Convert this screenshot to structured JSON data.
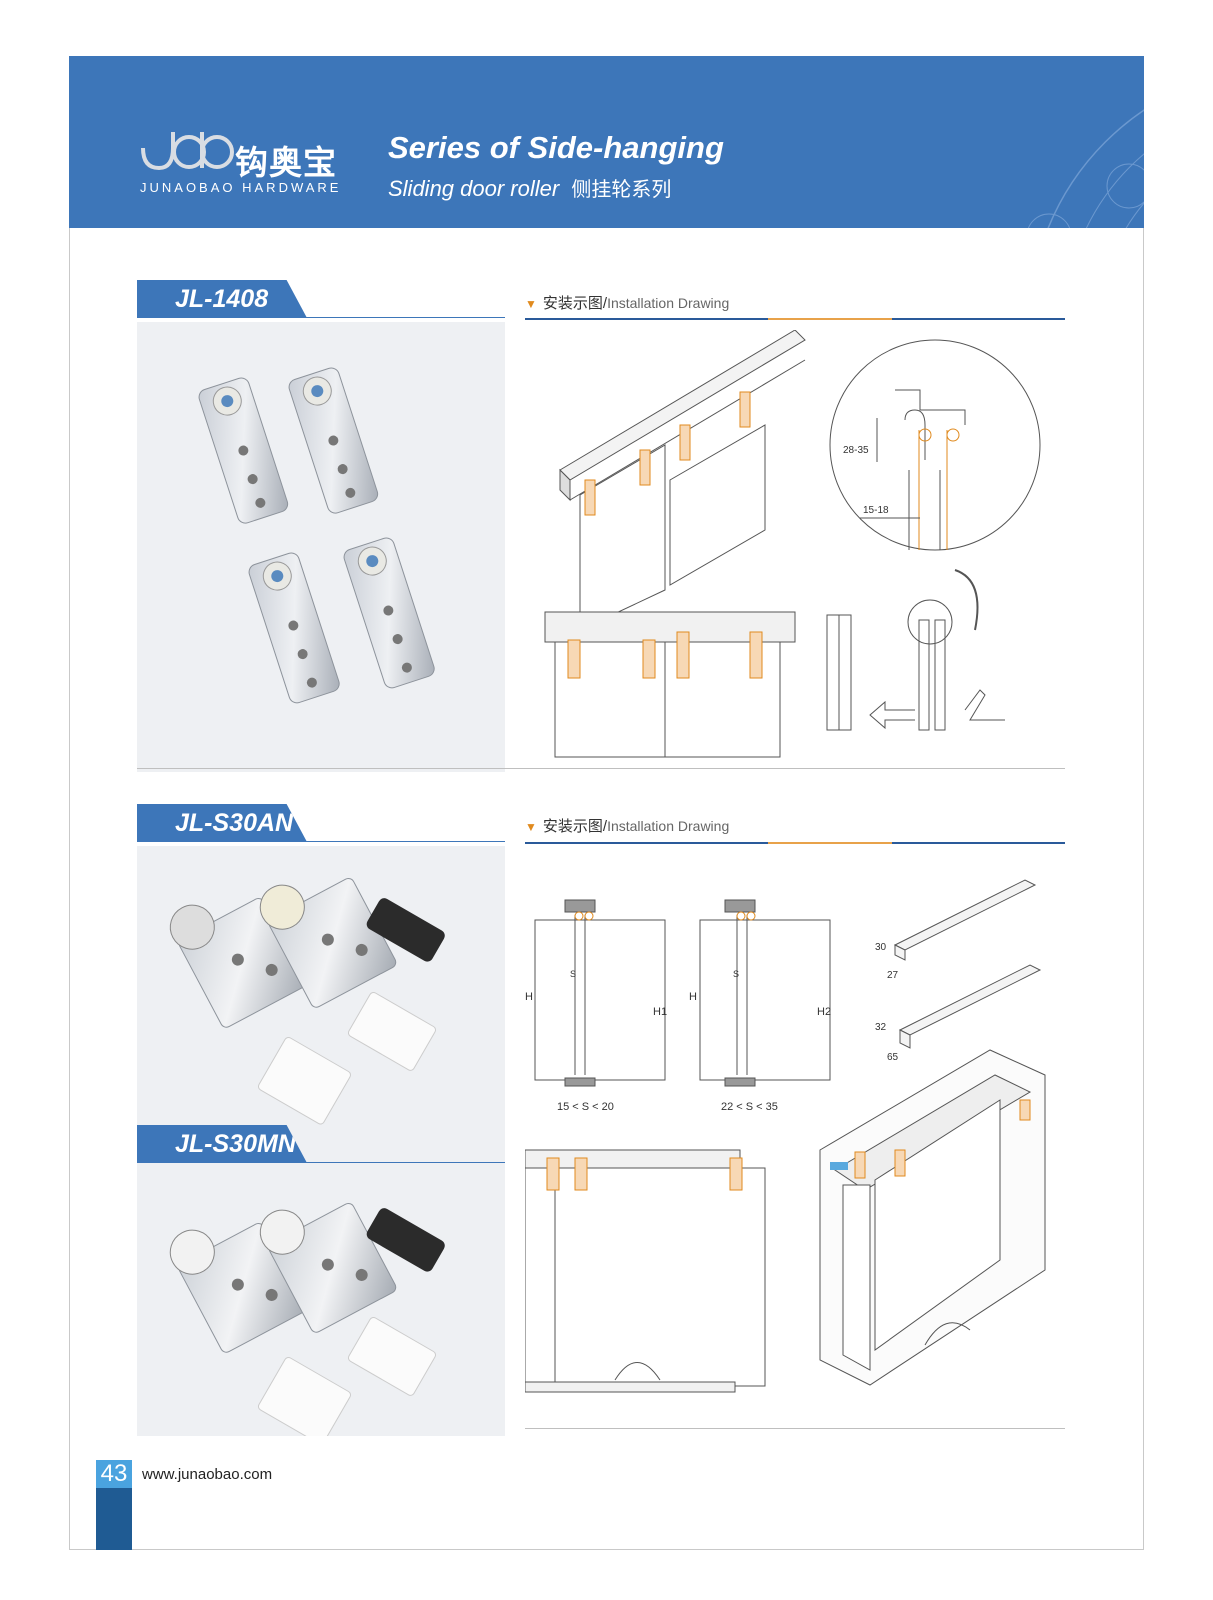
{
  "brand": {
    "name_cn": "钩奥宝",
    "name_en": "JUNAOBAO HARDWARE"
  },
  "header": {
    "title": "Series of Side-hanging",
    "subtitle": "Sliding door roller",
    "subtitle_cn": "侧挂轮系列"
  },
  "products": [
    {
      "code": "JL-1408"
    },
    {
      "code": "JL-S30AN"
    },
    {
      "code": "JL-S30MN"
    }
  ],
  "drawing_heading": {
    "cn": "安装示图/",
    "en": "Installation Drawing"
  },
  "drawing1": {
    "dim_height": "28-35",
    "dim_width": "15-18"
  },
  "drawing2": {
    "label_h": "H",
    "label_s": "S",
    "label_h1": "H1",
    "label_h2": "H2",
    "range1": "15 < S < 20",
    "range2": "22 < S < 35",
    "track1_h": "30",
    "track1_w": "27",
    "track2_h": "32",
    "track2_w": "65"
  },
  "footer": {
    "page_number": "43",
    "website": "www.junaobao.com"
  },
  "colors": {
    "brand_blue": "#3d76b9",
    "accent_orange": "#e08a1e"
  }
}
